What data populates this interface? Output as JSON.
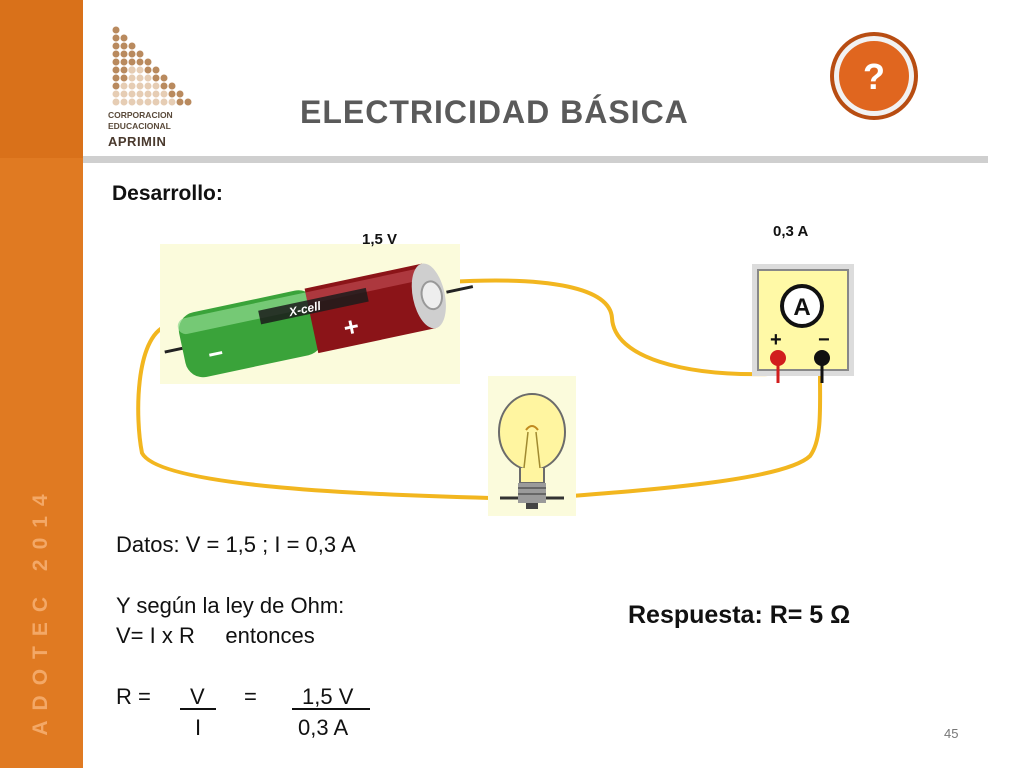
{
  "sidebar": {
    "vertical_text": "ADOTEC 2014"
  },
  "logo": {
    "line1": "CORPORACION",
    "line2": "EDUCACIONAL",
    "brand": "APRIMIN"
  },
  "header": {
    "title": "ELECTRICIDAD BÁSICA",
    "help_label": "?"
  },
  "colors": {
    "sidebar": "#e07a22",
    "wire": "#f2b61f",
    "ammeter_body": "#fff9a6",
    "help_button": "#e0661f"
  },
  "section": {
    "label": "Desarrollo:"
  },
  "diagram": {
    "voltage_label": "1,5 V",
    "ammeter_reading": "0,3 A",
    "battery_text": "X-cell",
    "ammeter_symbol": "A",
    "battery_icon": "battery-icon",
    "bulb_icon": "light-bulb-icon",
    "ammeter_icon": "ammeter-icon"
  },
  "body": {
    "data_line": "Datos: V = 1,5 ; I = 0,3 A",
    "ohm_line1": "Y según la ley de Ohm:",
    "ohm_line2": "V= I x R     entonces",
    "formula_r": "R =",
    "formula_v": "V",
    "formula_eq": "=",
    "formula_num": "1,5 V",
    "formula_i": "I",
    "formula_den": "0,3 A"
  },
  "answer": {
    "text": "Respuesta: R= 5 Ω"
  },
  "footer": {
    "page_number": "45"
  }
}
